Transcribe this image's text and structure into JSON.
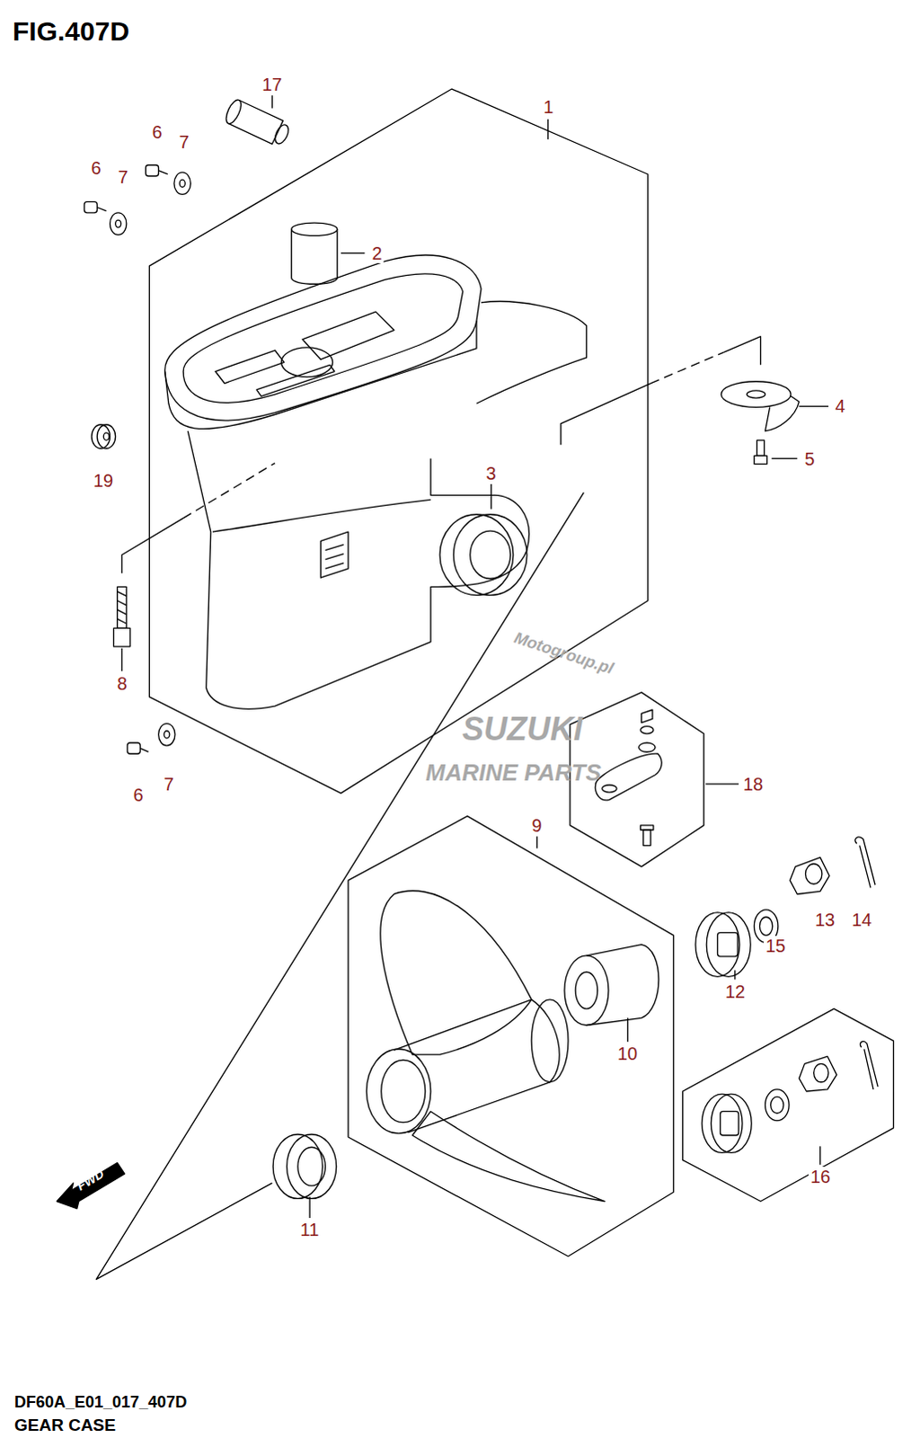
{
  "diagram": {
    "title": "FIG.407D",
    "caption": "GEAR CASE",
    "labels": [
      "17",
      "1",
      "6",
      "7",
      "6",
      "7",
      "2",
      "4",
      "5",
      "19",
      "3",
      "8",
      "6",
      "7",
      "18",
      "9",
      "13",
      "14",
      "15",
      "12",
      "10",
      "16",
      "11",
      "FWD",
      "Motogroup.pl",
      "SUZUKI",
      "MARINE PARTS",
      "DF60A_E01_017_407D"
    ]
  }
}
